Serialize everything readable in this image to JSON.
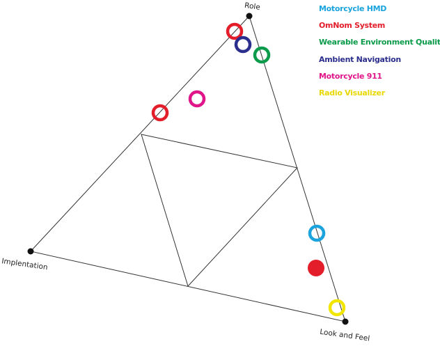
{
  "vertices": {
    "top": "Role",
    "left": "Implentation",
    "right": "Look and Feel"
  },
  "legend": [
    {
      "label": "Motorcycle HMD",
      "color": "#1aa3dc"
    },
    {
      "label": "OmNom System",
      "color": "#e31e2a"
    },
    {
      "label": "Wearable Environment Quality",
      "color": "#0b9b4a"
    },
    {
      "label": "Ambient Navigation",
      "color": "#2b2e8c"
    },
    {
      "label": "Motorcycle 911",
      "color": "#e0158a"
    },
    {
      "label": "Radio Visualizer",
      "color": "#f2e600"
    }
  ]
}
